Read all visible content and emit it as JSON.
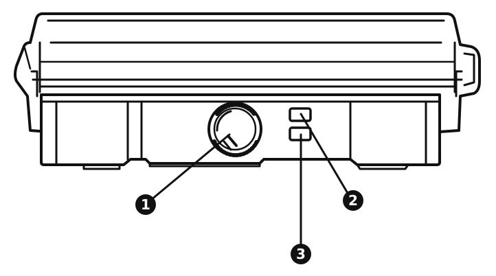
{
  "diagram": {
    "colors": {
      "outline": "#111111",
      "body_fill": "#ffffff",
      "callout_fill": "#111111",
      "callout_text": "#ffffff"
    },
    "callouts": [
      {
        "number": "1",
        "target": "control-knob"
      },
      {
        "number": "2",
        "target": "upper-indicator-light"
      },
      {
        "number": "3",
        "target": "lower-indicator-light"
      }
    ]
  }
}
